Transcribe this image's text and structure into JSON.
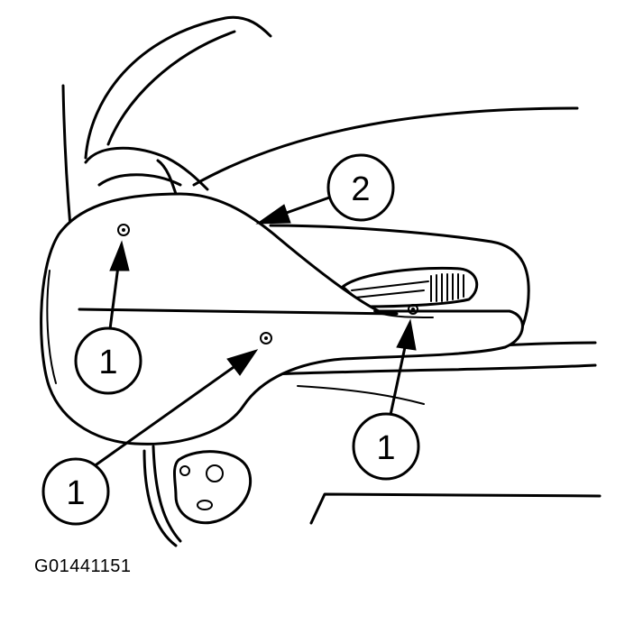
{
  "callouts": {
    "screw_upper_left": "1",
    "screw_lower_left": "1",
    "screw_right": "1",
    "screw_center": "1",
    "cover": "2"
  },
  "figure_code": "G01441151"
}
